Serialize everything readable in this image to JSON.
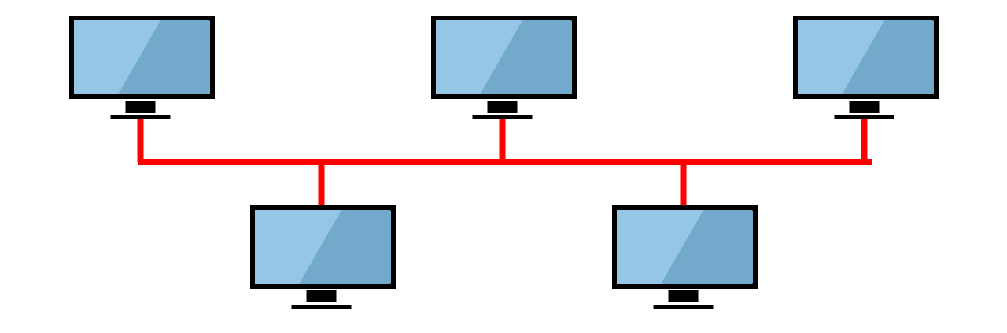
{
  "diagram": {
    "type": "bus-network-topology",
    "colors": {
      "background": "#ffffff",
      "bus_cable": "#ff0000",
      "monitor_frame": "#000000",
      "screen_light": "#95c6e6",
      "screen_dark": "#73aacb"
    },
    "nodes": [
      {
        "id": "computer-top-left",
        "icon": "monitor-icon",
        "row": "top",
        "connects_to": "bus"
      },
      {
        "id": "computer-top-center",
        "icon": "monitor-icon",
        "row": "top",
        "connects_to": "bus"
      },
      {
        "id": "computer-top-right",
        "icon": "monitor-icon",
        "row": "top",
        "connects_to": "bus"
      },
      {
        "id": "computer-bottom-left",
        "icon": "monitor-icon",
        "row": "bottom",
        "connects_to": "bus"
      },
      {
        "id": "computer-bottom-right",
        "icon": "monitor-icon",
        "row": "bottom",
        "connects_to": "bus"
      }
    ],
    "bus": {
      "id": "bus-cable",
      "node_count": 5
    }
  }
}
